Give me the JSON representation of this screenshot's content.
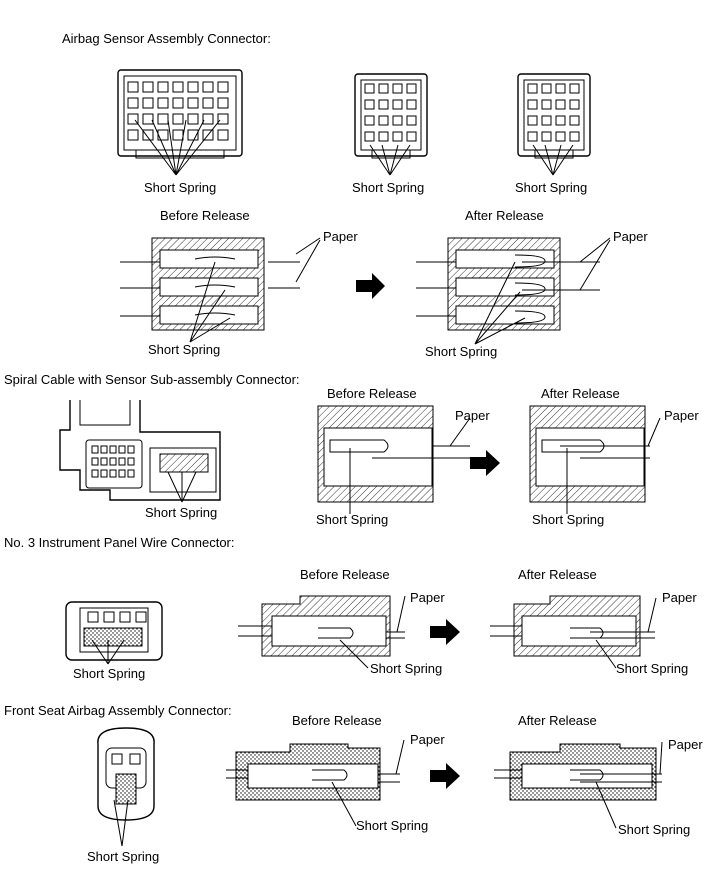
{
  "sections": {
    "airbag_sensor": {
      "title": "Airbag Sensor Assembly Connector:",
      "short_spring_1": "Short Spring",
      "short_spring_2": "Short Spring",
      "short_spring_3": "Short Spring",
      "before_release": "Before Release",
      "after_release": "After Release",
      "paper_before": "Paper",
      "paper_after": "Paper",
      "short_spring_before": "Short Spring",
      "short_spring_after": "Short Spring"
    },
    "spiral_cable": {
      "title": "Spiral Cable with Sensor Sub-assembly Connector:",
      "short_spring": "Short Spring",
      "before_release": "Before Release",
      "after_release": "After Release",
      "paper_before": "Paper",
      "paper_after": "Paper",
      "short_spring_before": "Short Spring",
      "short_spring_after": "Short Spring"
    },
    "instrument_panel": {
      "title": "No. 3 Instrument Panel Wire Connector:",
      "short_spring": "Short Spring",
      "before_release": "Before Release",
      "after_release": "After Release",
      "paper_before": "Paper",
      "paper_after": "Paper",
      "short_spring_before": "Short Spring",
      "short_spring_after": "Short Spring"
    },
    "front_seat": {
      "title": "Front Seat Airbag Assembly Connector:",
      "short_spring": "Short Spring",
      "before_release": "Before Release",
      "after_release": "After Release",
      "paper_before": "Paper",
      "paper_after": "Paper",
      "short_spring_before": "Short Spring",
      "short_spring_after": "Short Spring"
    }
  }
}
